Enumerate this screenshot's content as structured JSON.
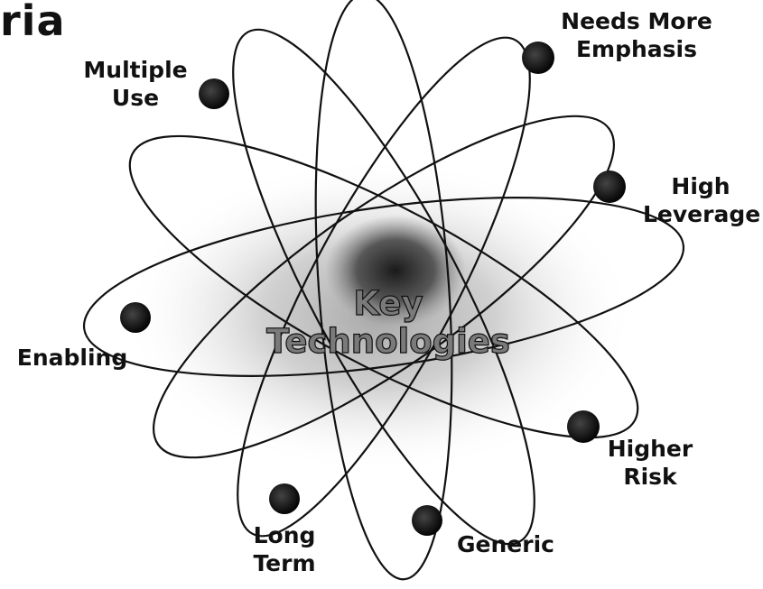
{
  "title_fragment": "ria",
  "center": {
    "line1": "Key",
    "line2": "Technologies"
  },
  "criteria": [
    {
      "id": "multiple-use",
      "lines": [
        "Multiple",
        "Use"
      ]
    },
    {
      "id": "needs-more-emphasis",
      "lines": [
        "Needs More",
        "Emphasis"
      ]
    },
    {
      "id": "high-leverage",
      "lines": [
        "High",
        "Leverage"
      ]
    },
    {
      "id": "enabling",
      "lines": [
        "Enabling"
      ]
    },
    {
      "id": "higher-risk",
      "lines": [
        "Higher",
        "Risk"
      ]
    },
    {
      "id": "long-term",
      "lines": [
        "Long",
        "Term"
      ]
    },
    {
      "id": "generic",
      "lines": [
        "Generic"
      ]
    }
  ],
  "colors": {
    "ink": "#111111",
    "halo": "#9a9a9a",
    "center_text": "#7a7a7a"
  }
}
